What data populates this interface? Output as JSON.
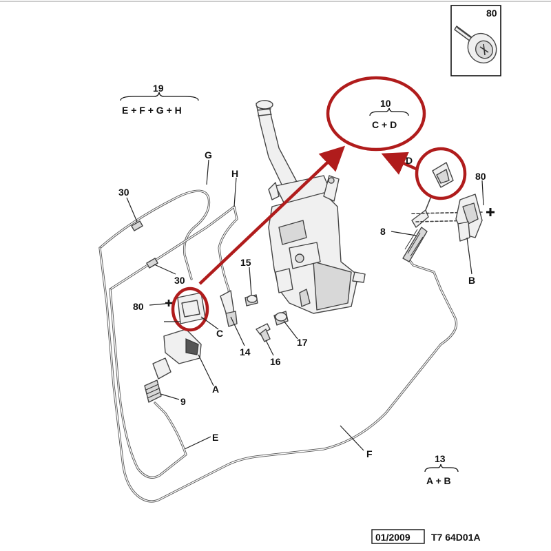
{
  "callouts": {
    "c80_box": "80",
    "c19": "19",
    "c19_sub": "E + F + G + H",
    "c10": "10",
    "c10_sub": "C + D",
    "cG": "G",
    "cH": "H",
    "c30_a": "30",
    "c30_b": "30",
    "cD": "D",
    "c80_right": "80",
    "c8": "8",
    "cB": "B",
    "c15": "15",
    "c80_left": "80",
    "cC": "C",
    "c14": "14",
    "c16": "16",
    "c17": "17",
    "cA": "A",
    "c9": "9",
    "cE": "E",
    "cF": "F",
    "c13": "13",
    "c13_sub": "A + B"
  },
  "footer": {
    "date": "01/2009",
    "code": "T7 64D01A"
  },
  "colors": {
    "highlight": "#b01c1c",
    "line": "#444444"
  },
  "icons": [
    "screw-icon",
    "plus-icon",
    "arrow-icon"
  ]
}
